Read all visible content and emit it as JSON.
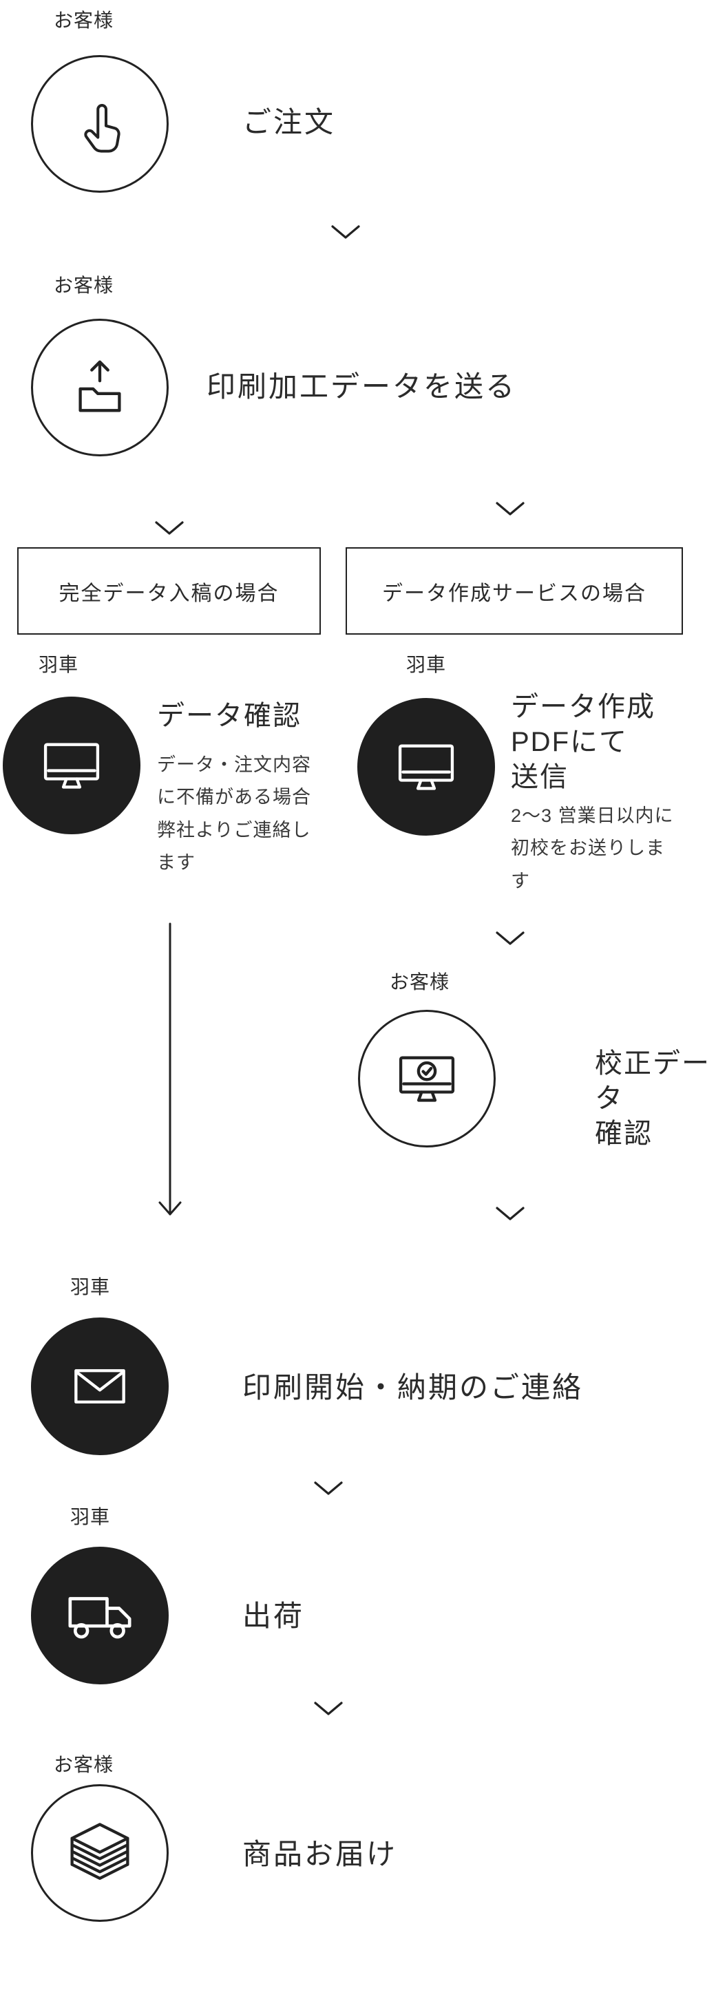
{
  "colors": {
    "background": "#ffffff",
    "ink": "#222222",
    "dark_circle_fill": "#1f1f1f",
    "text": "#2b2b2b"
  },
  "flow": {
    "step_order": {
      "actor_label": "お客様",
      "title": "ご注文",
      "icon": "click-hand-icon"
    },
    "step_send_data": {
      "actor_label": "お客様",
      "title": "印刷加工データを送る",
      "icon": "upload-folder-icon"
    },
    "branch_labels": {
      "complete_data": "完全データ入稿の場合",
      "data_service": "データ作成サービスの場合"
    },
    "step_data_check": {
      "actor_label": "羽車",
      "title": "データ確認",
      "description": "データ・注文内容に不備がある場合弊社よりご連絡します",
      "icon": "monitor-icon"
    },
    "step_data_create": {
      "actor_label": "羽車",
      "title": "データ作成\nPDFにて\n送信",
      "description": "2〜3 営業日以内に初校をお送りします",
      "icon": "monitor-icon"
    },
    "step_proof_check": {
      "actor_label": "お客様",
      "title": "校正データ\n確認",
      "icon": "monitor-check-icon"
    },
    "step_print_start": {
      "actor_label": "羽車",
      "title": "印刷開始・納期のご連絡",
      "icon": "envelope-icon"
    },
    "step_ship": {
      "actor_label": "羽車",
      "title": "出荷",
      "icon": "truck-icon"
    },
    "step_delivery": {
      "actor_label": "お客様",
      "title": "商品お届け",
      "icon": "envelope-stack-icon"
    }
  }
}
